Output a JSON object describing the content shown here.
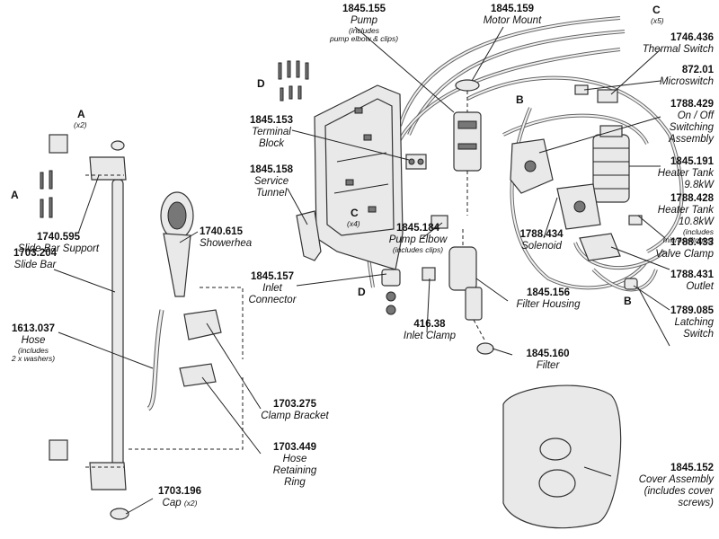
{
  "labels": {
    "p1845_155": {
      "num": "1845.155",
      "desc": "Pump",
      "note1": "(includes",
      "note2": "pump elbow & clips)"
    },
    "p1845_159": {
      "num": "1845.159",
      "desc": "Motor Mount"
    },
    "p1746_436": {
      "num": "1746.436",
      "desc": "Thermal Switch"
    },
    "p872_01": {
      "num": "872.01",
      "desc": "Microswitch"
    },
    "p1788_429": {
      "num": "1788.429",
      "desc1": "On / Off",
      "desc2": "Switching",
      "desc3": "Assembly"
    },
    "p1845_191": {
      "num": "1845.191",
      "desc1": "Heater Tank",
      "desc2": "9.8kW"
    },
    "p1788_428": {
      "num": "1788.428",
      "desc1": "Heater Tank",
      "desc2": "10.8kW",
      "note1": "(includes",
      "note2": "microswitches)"
    },
    "p1845_153": {
      "num": "1845.153",
      "desc1": "Terminal",
      "desc2": "Block"
    },
    "p1845_158": {
      "num": "1845.158",
      "desc1": "Service",
      "desc2": "Tunnel"
    },
    "p1740_595": {
      "num": "1740.595",
      "desc": "Slide Bar Support"
    },
    "p1740_615": {
      "num": "1740.615",
      "desc": "Showerhea"
    },
    "p1703_204": {
      "num": "1703.204",
      "desc": "Slide Bar"
    },
    "p1613_037": {
      "num": "1613.037",
      "desc": "Hose",
      "note1": "(includes",
      "note2": "2 x washers)"
    },
    "p1845_157": {
      "num": "1845.157",
      "desc1": "Inlet",
      "desc2": "Connector"
    },
    "p1845_184": {
      "num": "1845.184",
      "desc": "Pump Elbow",
      "note": "(includes clips)"
    },
    "p1788_434": {
      "num": "1788.434",
      "desc": "Solenoid"
    },
    "p1788_433": {
      "num": "1788.433",
      "desc": "Valve Clamp"
    },
    "p1788_431": {
      "num": "1788.431",
      "desc": "Outlet"
    },
    "p1789_085": {
      "num": "1789.085",
      "desc1": "Latching",
      "desc2": "Switch"
    },
    "p1845_156": {
      "num": "1845.156",
      "desc": "Filter Housing"
    },
    "p416_38": {
      "num": "416.38",
      "desc": "Inlet Clamp"
    },
    "p1845_160": {
      "num": "1845.160",
      "desc": "Filter"
    },
    "p1703_275": {
      "num": "1703.275",
      "desc": "Clamp Bracket"
    },
    "p1703_449": {
      "num": "1703.449",
      "desc1": "Hose",
      "desc2": "Retaining",
      "desc3": "Ring"
    },
    "p1703_196": {
      "num": "1703.196",
      "desc": "Cap",
      "note": "(x2)"
    },
    "p1845_152": {
      "num": "1845.152",
      "desc1": "Cover Assembly",
      "desc2": "(includes cover",
      "desc3": "screws)"
    }
  },
  "letters": {
    "a_top": "A",
    "a_top_note": "(x2)",
    "a_left": "A",
    "b_top": "B",
    "b_right": "B",
    "c_top": "C",
    "c_top_note": "(x5)",
    "c_mid": "C",
    "c_mid_note": "(x4)",
    "d_top": "D",
    "d_bottom": "D"
  }
}
